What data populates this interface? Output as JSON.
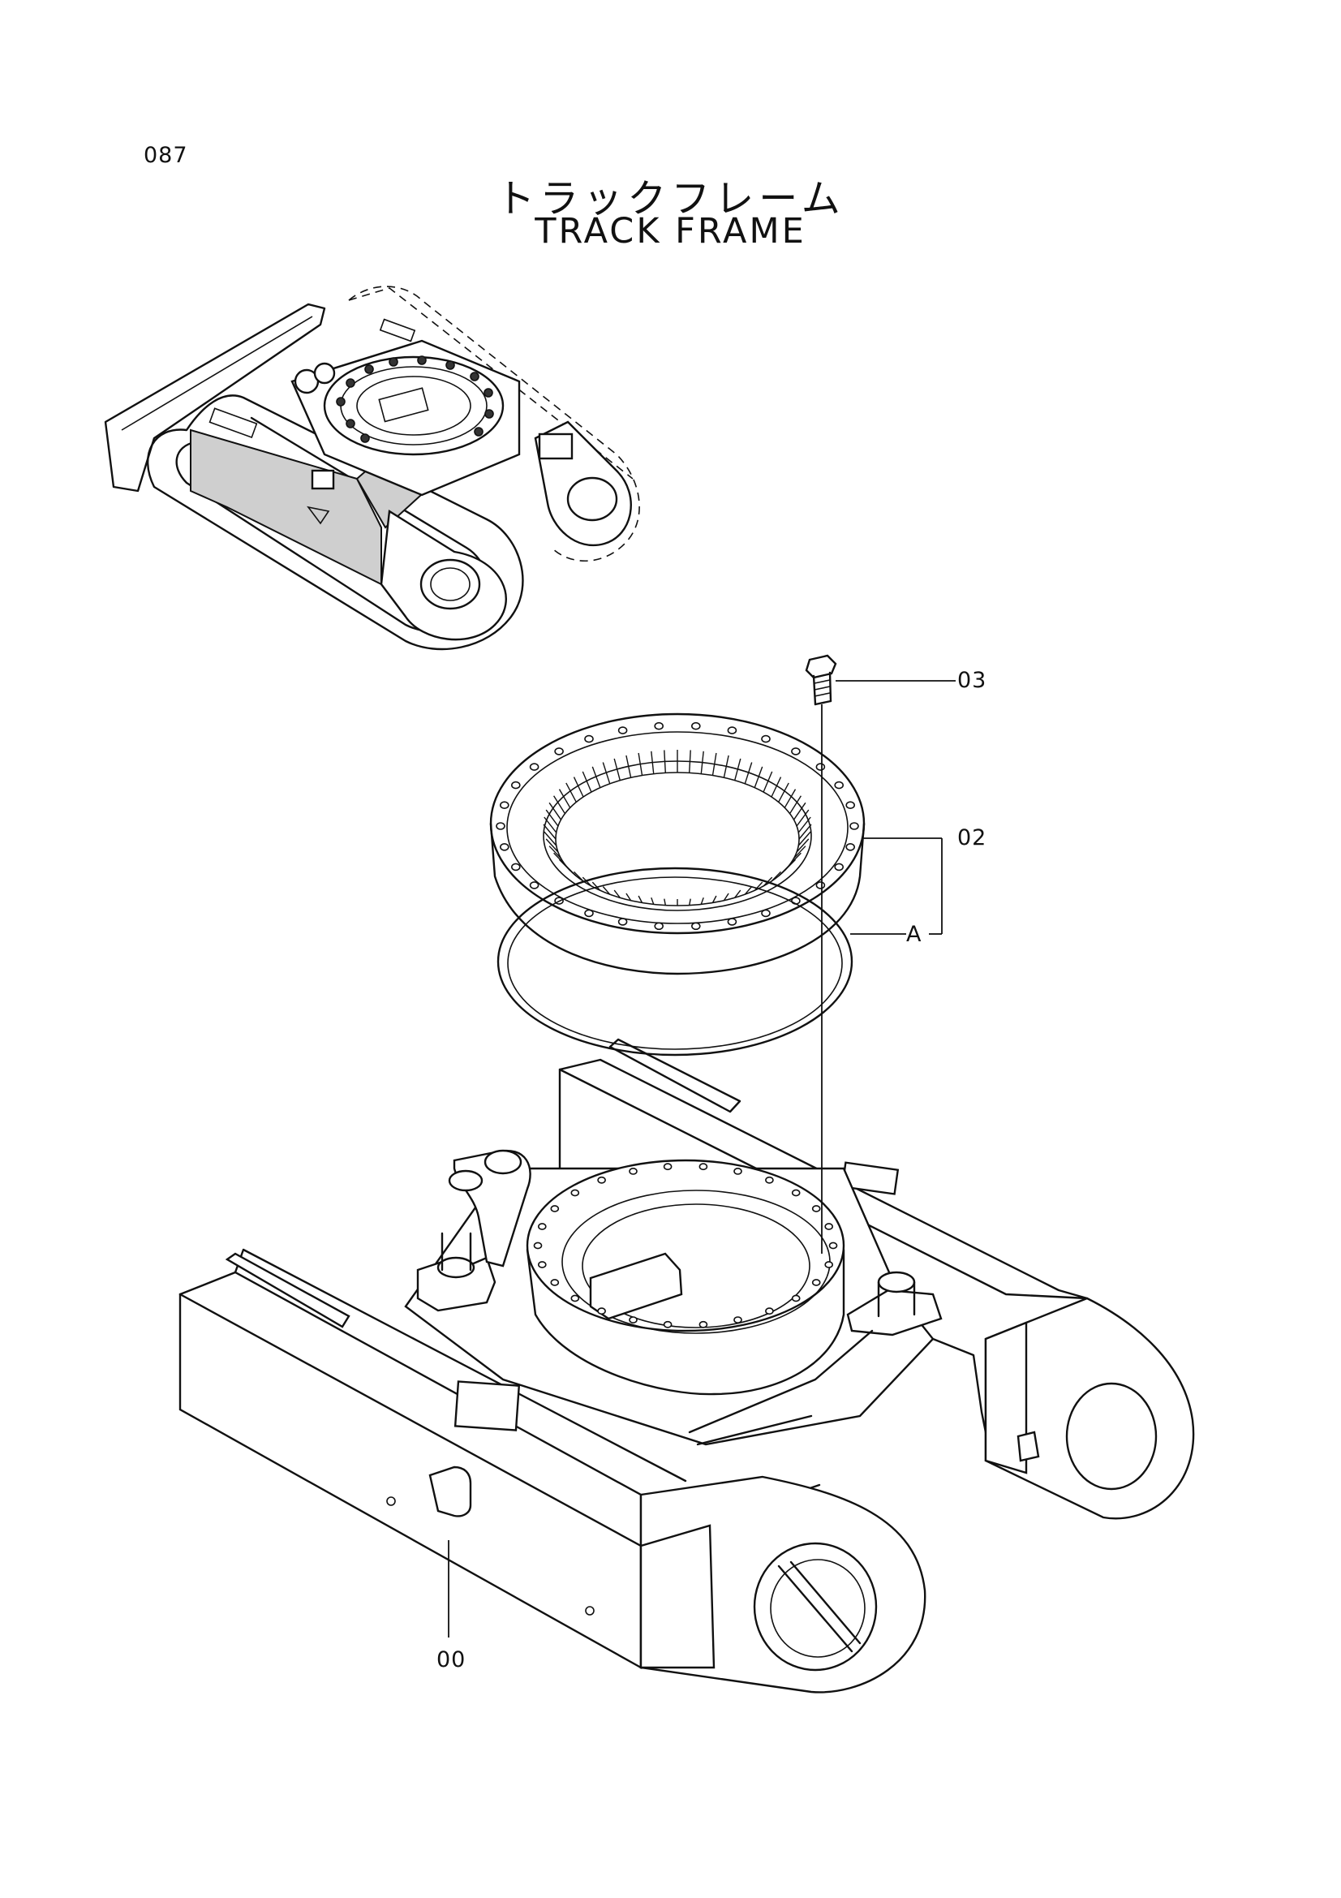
{
  "page": {
    "number": "087"
  },
  "title": {
    "japanese": "トラックフレーム",
    "english": "TRACK FRAME"
  },
  "callouts": [
    {
      "label": "03"
    },
    {
      "label": "02"
    },
    {
      "label": "A"
    },
    {
      "label": "00"
    }
  ]
}
